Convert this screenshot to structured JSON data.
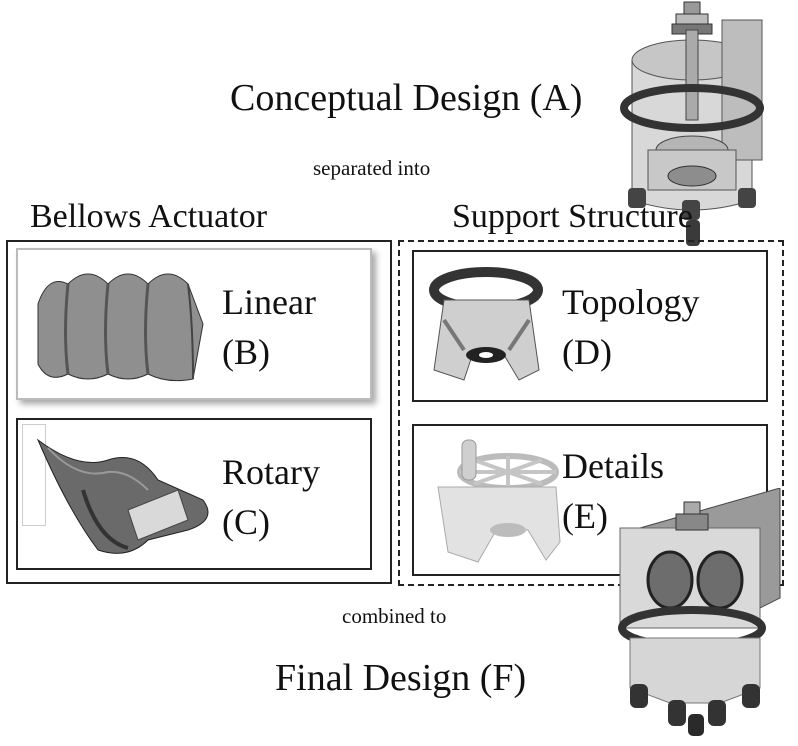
{
  "title_top": "Conceptual Design (A)",
  "arrow_text_top": "separated into",
  "left_group_title": "Bellows Actuator",
  "right_group_title": "Support Structure",
  "panels": {
    "linear": {
      "name": "Linear",
      "letter": "(B)"
    },
    "rotary": {
      "name": "Rotary",
      "letter": "(C)"
    },
    "topology": {
      "name": "Topology",
      "letter": "(D)"
    },
    "details": {
      "name": "Details",
      "letter": "(E)"
    }
  },
  "arrow_text_bottom": "combined to",
  "title_bottom": "Final Design (F)"
}
